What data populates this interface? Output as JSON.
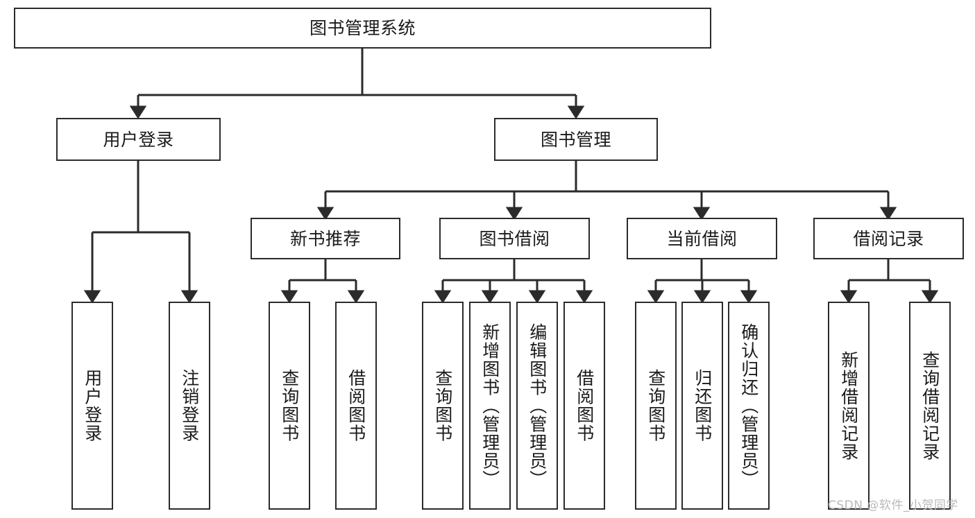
{
  "diagram": {
    "title": "图书管理系统",
    "type": "hierarchy-tree",
    "colors": {
      "stroke": "#2b2b2b",
      "fill": "#ffffff",
      "text": "#1a1a1a",
      "watermark": "#b9b9b9"
    },
    "root": {
      "label": "图书管理系统"
    },
    "level2": [
      {
        "label": "用户登录"
      },
      {
        "label": "图书管理"
      }
    ],
    "level3": [
      {
        "label": "新书推荐"
      },
      {
        "label": "图书借阅"
      },
      {
        "label": "当前借阅"
      },
      {
        "label": "借阅记录"
      }
    ],
    "leaves": {
      "user_login": [
        {
          "label": "用户登录"
        },
        {
          "label": "注销登录"
        }
      ],
      "new_book_recommend": [
        {
          "label": "查询图书"
        },
        {
          "label": "借阅图书"
        }
      ],
      "book_borrow": [
        {
          "label": "查询图书"
        },
        {
          "label": "新增图书（管理员）"
        },
        {
          "label": "编辑图书（管理员）"
        },
        {
          "label": "借阅图书"
        }
      ],
      "current_borrow": [
        {
          "label": "查询图书"
        },
        {
          "label": "归还图书"
        },
        {
          "label": "确认归还（管理员）"
        }
      ],
      "borrow_record": [
        {
          "label": "新增借阅记录"
        },
        {
          "label": "查询借阅记录"
        }
      ]
    }
  },
  "watermark": {
    "text": "CSDN @软件_小贺同学"
  }
}
